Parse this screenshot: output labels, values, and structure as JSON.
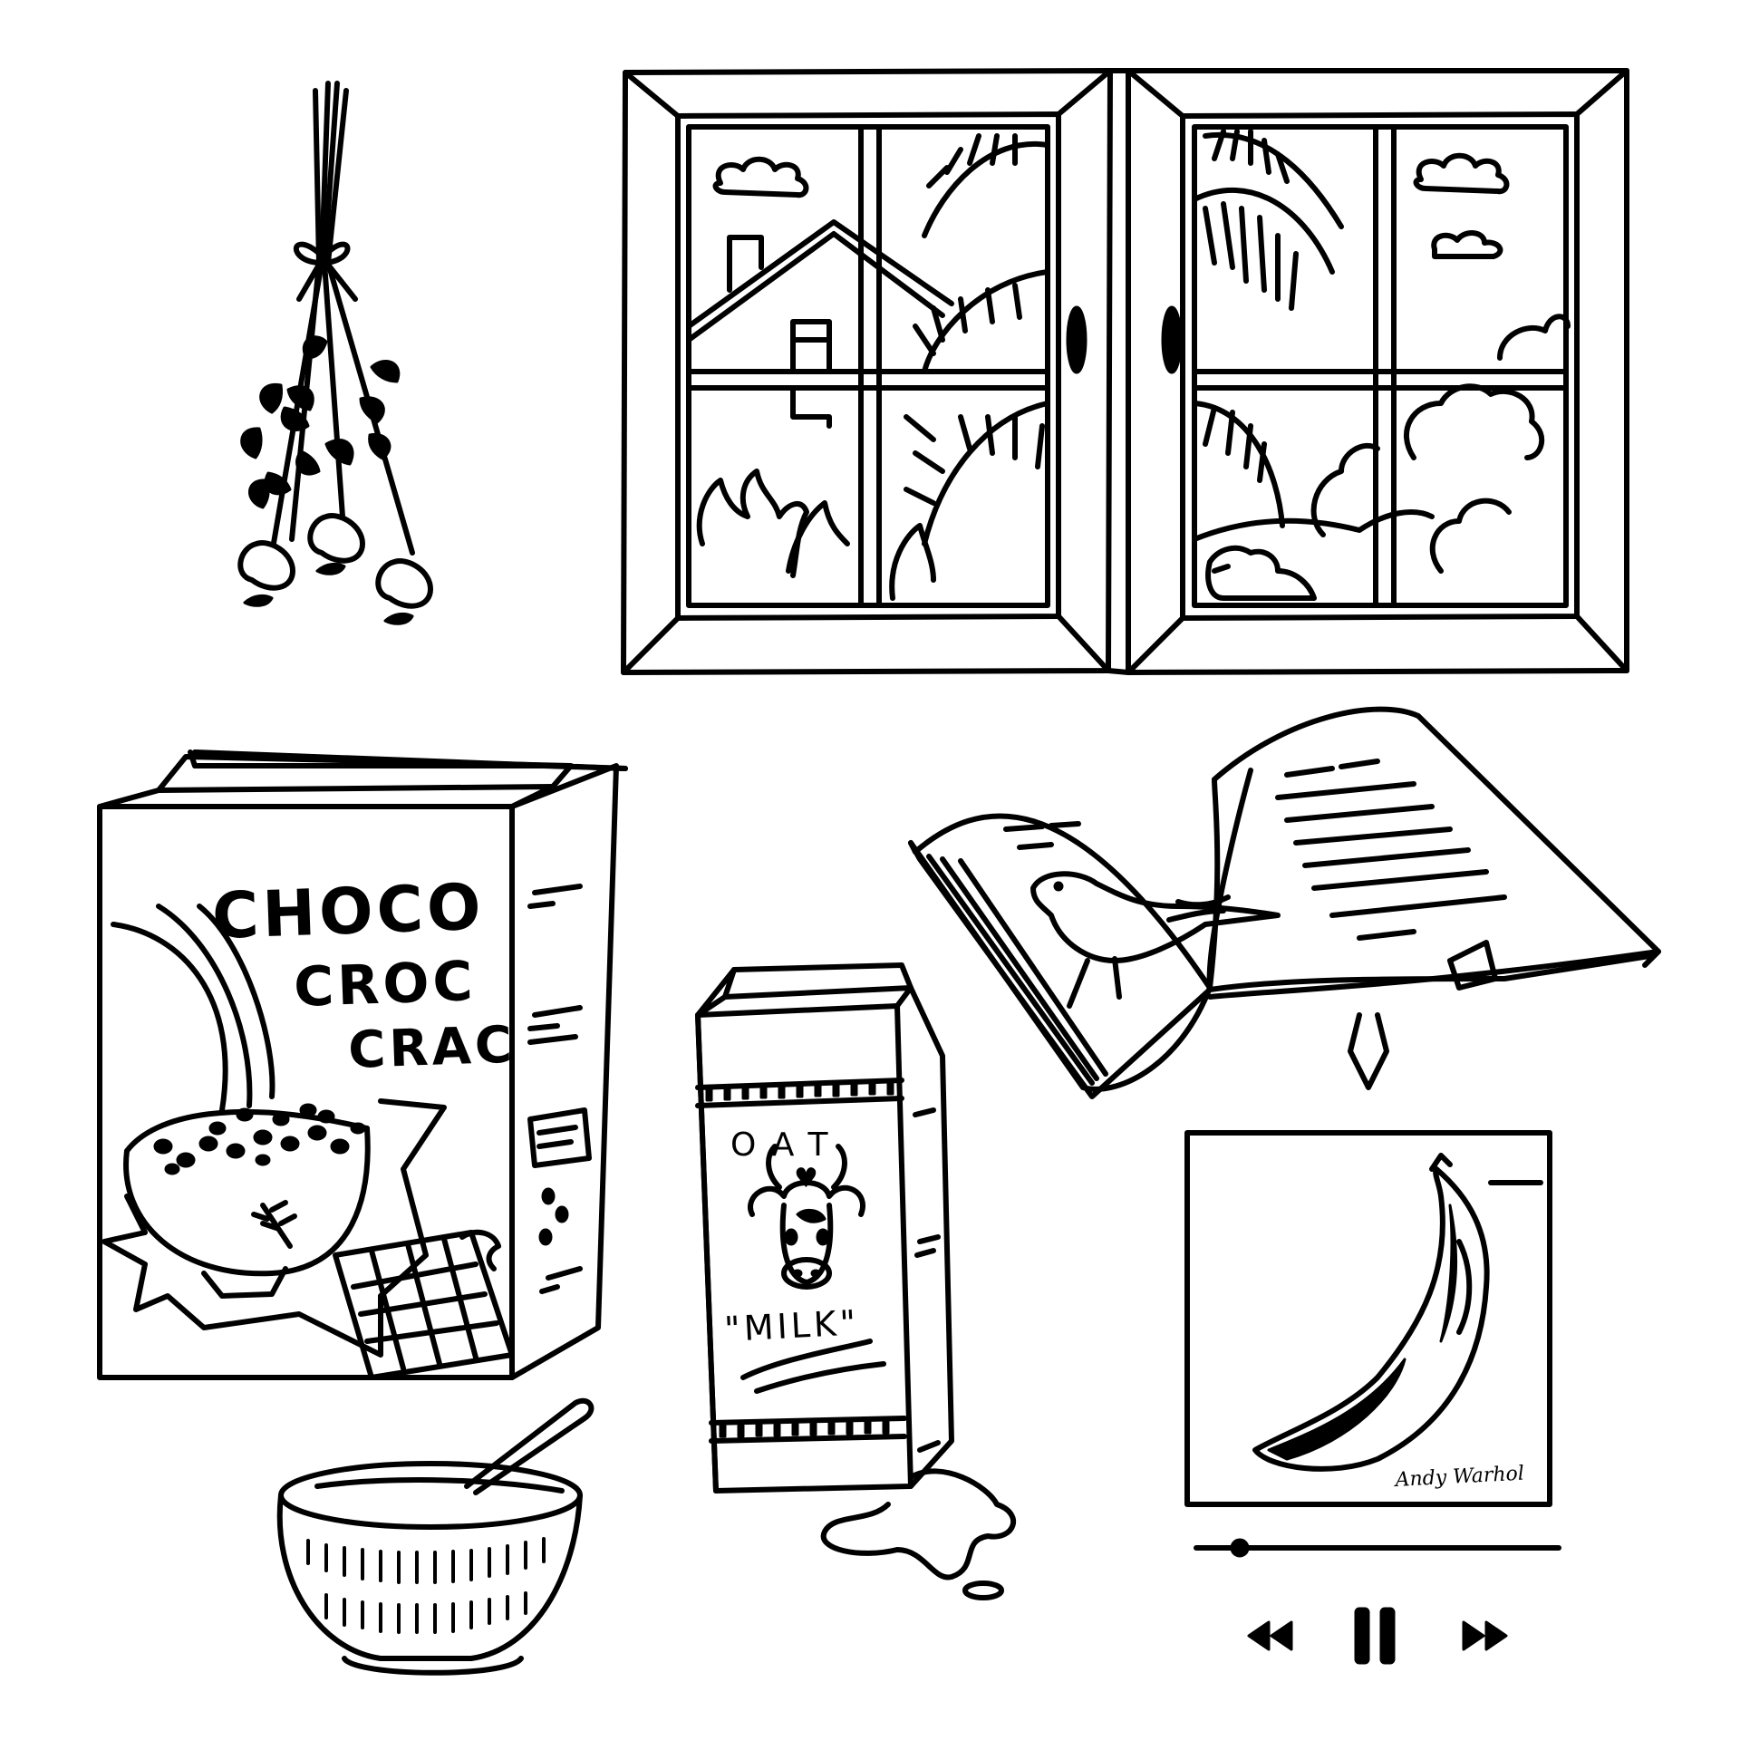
{
  "cereal_box": {
    "line1": "CHOCO",
    "line2": "CROC",
    "line3": "CRAC"
  },
  "milk_carton": {
    "top_label": "OAT",
    "heart_glyph": "♥",
    "bottom_label": "\"MILK\""
  },
  "album_art": {
    "signature": "Andy Warhol"
  },
  "player": {
    "progress": 0.12,
    "rewind_icon": "rewind-icon",
    "pause_icon": "pause-icon",
    "forward_icon": "fast-forward-icon"
  }
}
